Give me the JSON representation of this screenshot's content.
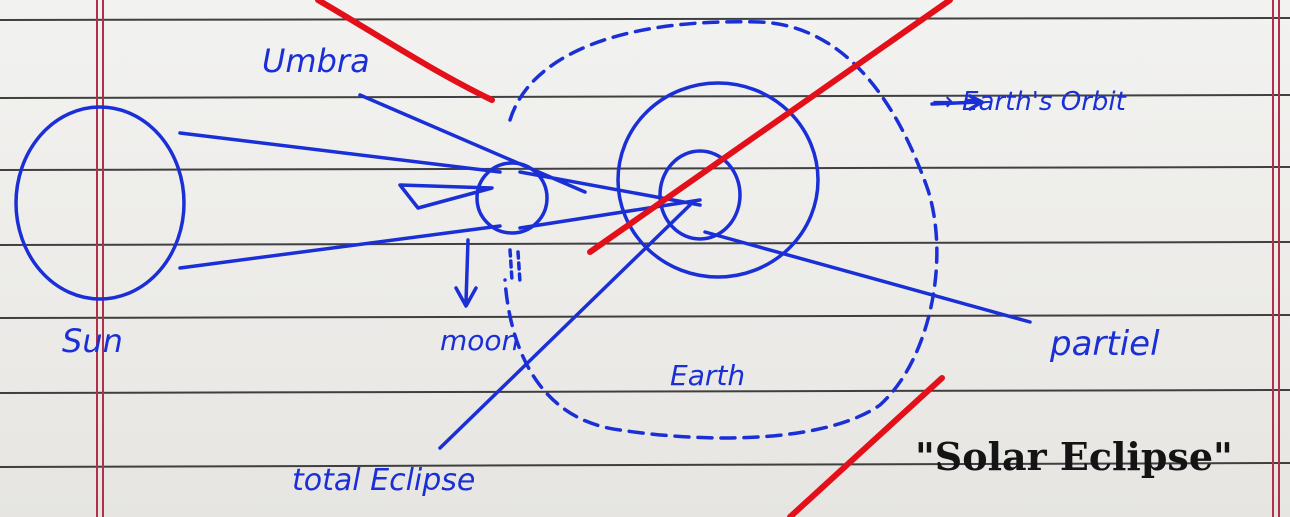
{
  "colors": {
    "ink": "#1a2fd6",
    "cross": "#e3101a",
    "paper": "#eeeeec",
    "rule": "#222222",
    "margin": "#b0304a",
    "title_ink": "#141414"
  },
  "labels": {
    "umbra": "Umbra",
    "earth_orbit": "→ Earth's Orbit",
    "sun": "Sun",
    "moon": "moon",
    "earth": "Earth",
    "partial": "partiel",
    "total": "total Eclipse",
    "title": "\"Solar Eclipse\""
  },
  "marks": {
    "crossed_out": true
  }
}
